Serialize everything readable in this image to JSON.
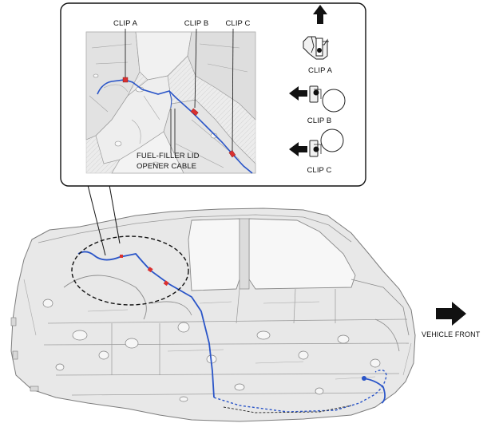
{
  "callout": {
    "clip_a_label": "CLIP A",
    "clip_b_label": "CLIP B",
    "clip_c_label": "CLIP C",
    "cable_label_line1": "FUEL-FILLER LID",
    "cable_label_line2": "OPENER CABLE"
  },
  "legend": {
    "clip_a_caption": "CLIP A",
    "clip_b_caption": "CLIP B",
    "clip_c_caption": "CLIP C"
  },
  "orientation": {
    "label": "VEHICLE FRONT"
  },
  "colors": {
    "cable": "#2a55c8",
    "clip": "#d93030",
    "body_fill": "#e9e9e9",
    "body_line": "#8a8a8a",
    "frame": "#111111"
  },
  "icons": {
    "clip_a_direction": "arrow-up-icon",
    "clip_b_direction": "arrow-left-icon",
    "clip_c_direction": "arrow-left-icon",
    "vehicle_front": "arrow-right-icon"
  }
}
